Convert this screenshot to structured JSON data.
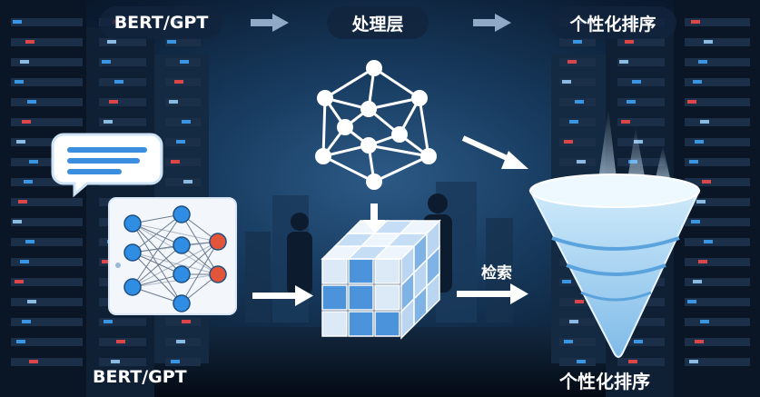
{
  "header": {
    "step1": "BERT/GPT",
    "step2": "处理层",
    "step3": "个性化排序"
  },
  "labels": {
    "model": "BERT/GPT",
    "retrieval": "检索",
    "ranking": "个性化排序"
  },
  "colors": {
    "node_blue": "#2f8de4",
    "node_red": "#e2553a",
    "cube_light": "#dceaf8",
    "cube_blue": "#4b94dc",
    "funnel": "#a9d6f2",
    "arrow": "#ffffff"
  }
}
